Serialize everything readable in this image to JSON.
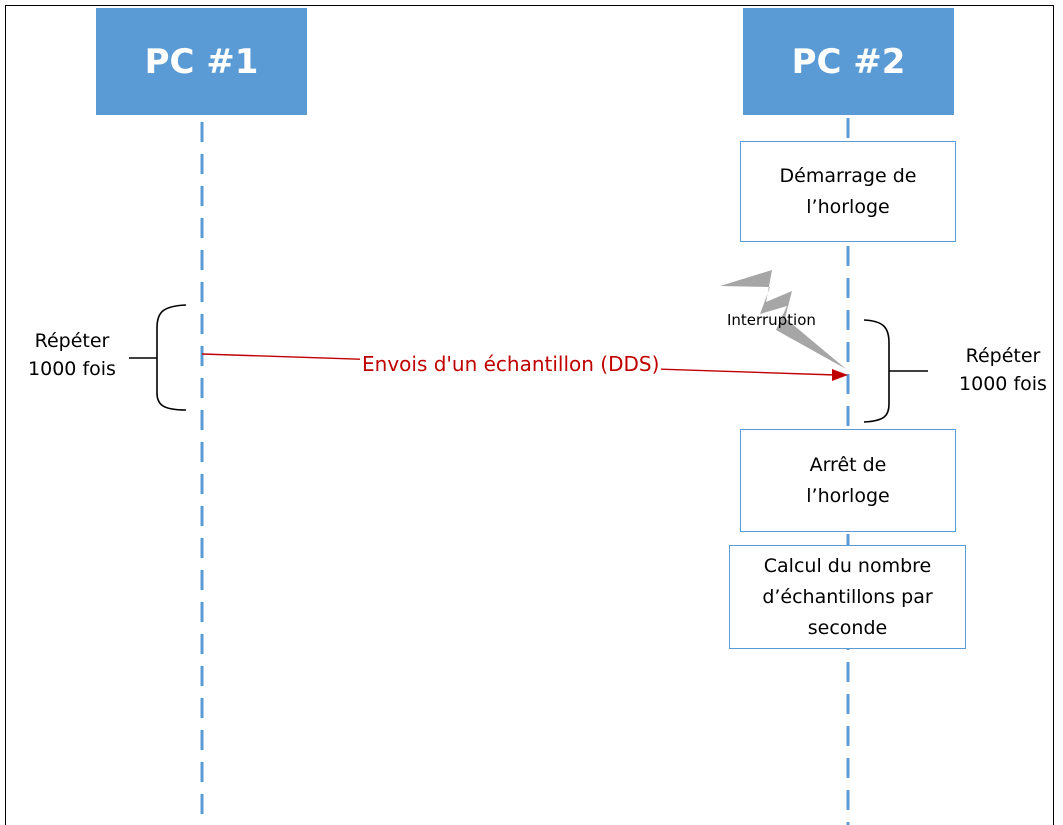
{
  "lifelines": {
    "pc1": {
      "title": "PC #1"
    },
    "pc2": {
      "title": "PC #2"
    }
  },
  "pc2_steps": {
    "start_clock": "Démarrage de\nl’horloge",
    "stop_clock": "Arrêt de\nl’horloge",
    "compute_rate": "Calcul du nombre\nd’échantillons par\nseconde"
  },
  "loop_left": {
    "label": "Répéter\n1000 fois"
  },
  "loop_right": {
    "label": "Répéter\n1000 fois"
  },
  "message": {
    "label": "Envois d'un échantillon (DDS)"
  },
  "interruption": {
    "label": "Interruption"
  },
  "colors": {
    "lifeline": "#5B9BD5",
    "message": "#C00000",
    "lightning": "#A6A6A6"
  }
}
